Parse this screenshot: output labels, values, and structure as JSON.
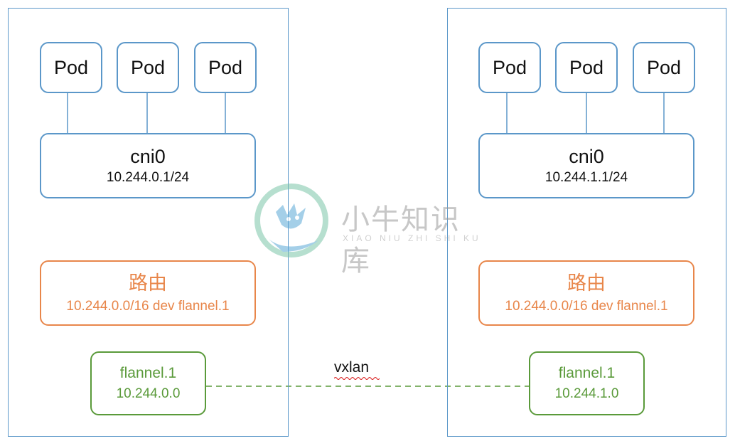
{
  "colors": {
    "node_border": "#5b97c9",
    "route": "#e8864a",
    "flannel": "#5a9a3a"
  },
  "nodes": [
    {
      "pods": [
        "Pod",
        "Pod",
        "Pod"
      ],
      "bridge": {
        "name": "cni0",
        "ip": "10.244.0.1/24"
      },
      "route": {
        "title": "路由",
        "rule": "10.244.0.0/16 dev flannel.1"
      },
      "flannel": {
        "name": "flannel.1",
        "ip": "10.244.0.0"
      }
    },
    {
      "pods": [
        "Pod",
        "Pod",
        "Pod"
      ],
      "bridge": {
        "name": "cni0",
        "ip": "10.244.1.1/24"
      },
      "route": {
        "title": "路由",
        "rule": "10.244.0.0/16 dev flannel.1"
      },
      "flannel": {
        "name": "flannel.1",
        "ip": "10.244.1.0"
      }
    }
  ],
  "tunnel": {
    "label": "vxlan"
  },
  "watermark": {
    "title": "小牛知识库",
    "subtitle": "XIAO NIU ZHI SHI KU"
  }
}
